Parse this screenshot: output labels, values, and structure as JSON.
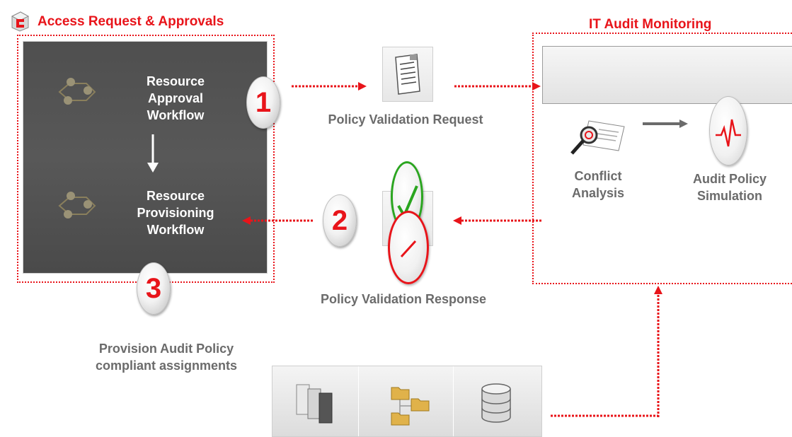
{
  "left_section": {
    "title": "Access Request & Approvals",
    "approval_workflow_label": "Resource Approval Workflow",
    "provisioning_workflow_label": "Resource Provisioning Workflow"
  },
  "right_section": {
    "title": "IT Audit Monitoring",
    "conflict_analysis_label": "Conflict Analysis",
    "audit_simulation_label": "Audit Policy Simulation"
  },
  "steps": {
    "step1": "1",
    "step2": "2",
    "step3": "3"
  },
  "labels": {
    "validation_request": "Policy Validation Request",
    "validation_response": "Policy Validation Response",
    "provision_label": "Provision Audit Policy compliant assignments"
  },
  "icons": {
    "logo": "logo-icon",
    "workflow": "workflow-icon",
    "document": "document-icon",
    "magnifier": "magnifier-icon",
    "pulse": "pulse-icon",
    "check": "check-icon",
    "block": "block-icon",
    "servers": "servers-icon",
    "folders": "folders-icon",
    "database": "database-icon"
  },
  "colors": {
    "accent_red": "#e8141a",
    "text_gray": "#6b6b6b",
    "panel_dark": "#545454",
    "approve_green": "#2aa51f"
  }
}
